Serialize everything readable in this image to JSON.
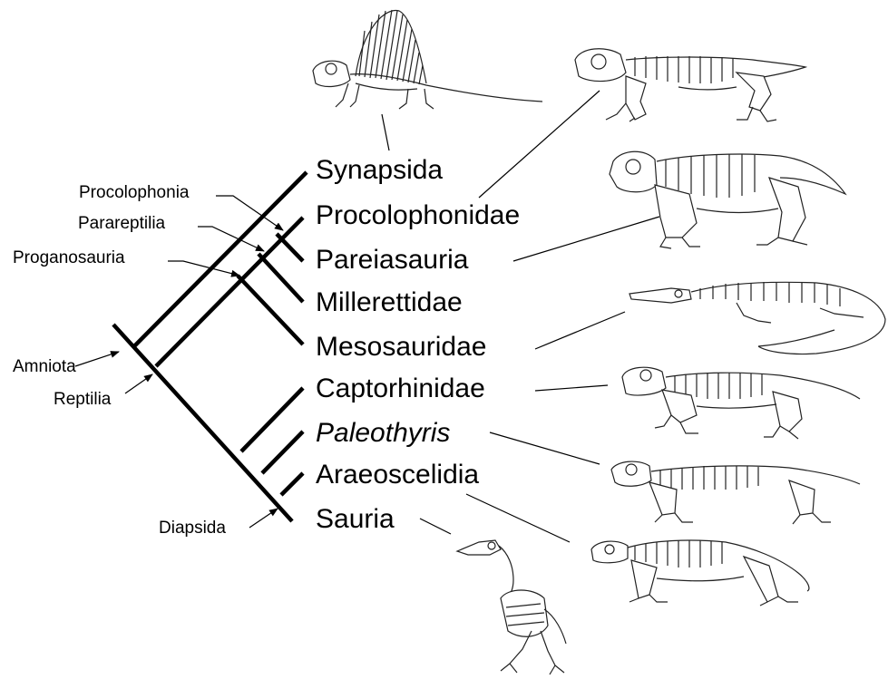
{
  "taxa": [
    {
      "name": "Synapsida",
      "italic": false
    },
    {
      "name": "Procolophonidae",
      "italic": false
    },
    {
      "name": "Pareiasauria",
      "italic": false
    },
    {
      "name": "Millerettidae",
      "italic": false
    },
    {
      "name": "Mesosauridae",
      "italic": false
    },
    {
      "name": "Captorhinidae",
      "italic": false
    },
    {
      "name": "Paleothyris",
      "italic": true
    },
    {
      "name": "Araeoscelidia",
      "italic": false
    },
    {
      "name": "Sauria",
      "italic": false
    }
  ],
  "nodes": {
    "procolophonia": "Procolophonia",
    "parareptilia": "Parareptilia",
    "proganosauria": "Proganosauria",
    "amniota": "Amniota",
    "reptilia": "Reptilia",
    "diapsida": "Diapsida"
  },
  "illustrations": [
    "dimetrodon-skeleton",
    "procolophonid-skeleton",
    "pareiasaur-skeleton",
    "mesosaur-skeleton",
    "captorhinid-skeleton",
    "paleothyris-skeleton",
    "araeoscelid-skeleton",
    "bird-skeleton"
  ]
}
